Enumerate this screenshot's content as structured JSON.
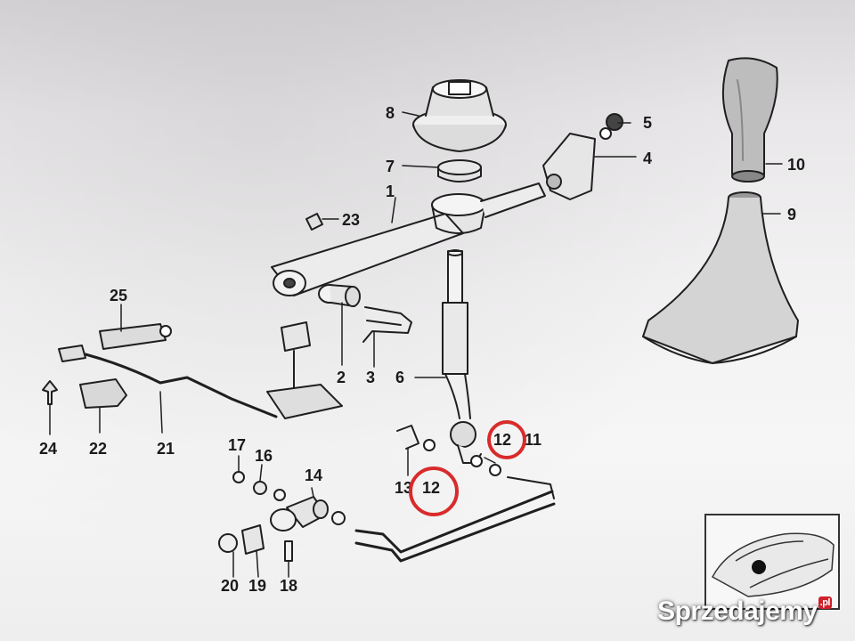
{
  "labels": {
    "p1": "1",
    "p2": "2",
    "p3": "3",
    "p4": "4",
    "p5": "5",
    "p6": "6",
    "p7": "7",
    "p8": "8",
    "p9": "9",
    "p10": "10",
    "p11": "11",
    "p12a": "12",
    "p12b": "12",
    "p13": "13",
    "p14": "14",
    "p16": "16",
    "p17": "17",
    "p18": "18",
    "p19": "19",
    "p20": "20",
    "p21": "21",
    "p22": "22",
    "p23": "23",
    "p24": "24",
    "p25": "25"
  },
  "highlight_color": "#d92b2b",
  "line_color": "#1f1f1f",
  "watermark": {
    "text": "Sprzedajemy",
    "suffix": ".pl"
  }
}
